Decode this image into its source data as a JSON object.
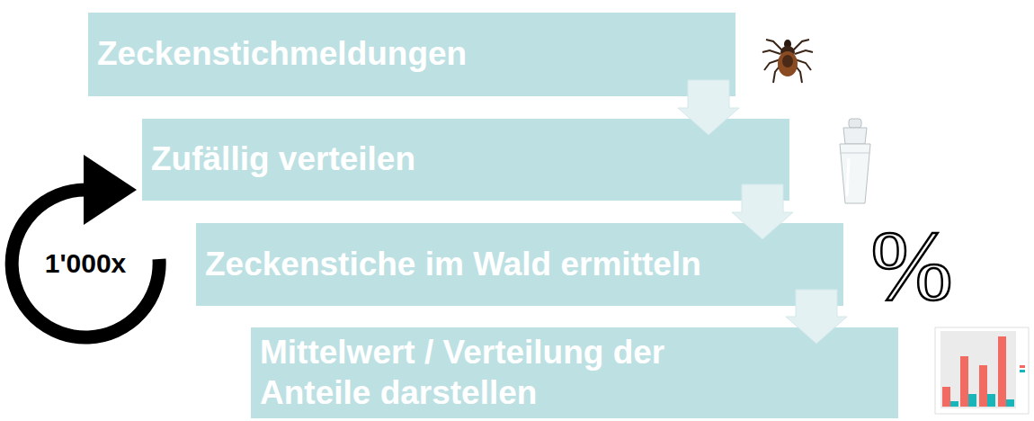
{
  "diagram": {
    "nodes": [
      {
        "text": [
          "Zeckenstichmeldungen"
        ]
      },
      {
        "text": [
          "Zufällig verteilen"
        ]
      },
      {
        "text": [
          "Zeckenstiche im Wald ermitteln"
        ]
      },
      {
        "text": [
          "Mittelwert / Verteilung der Anteile darstellen"
        ]
      }
    ],
    "edges": [
      {
        "from": 0,
        "to": 1,
        "arrow": "to"
      },
      {
        "from": 1,
        "to": 2,
        "arrow": "to"
      },
      {
        "from": 2,
        "to": 3,
        "arrow": "to"
      }
    ],
    "labels": [
      "1'000x",
      "%"
    ]
  }
}
